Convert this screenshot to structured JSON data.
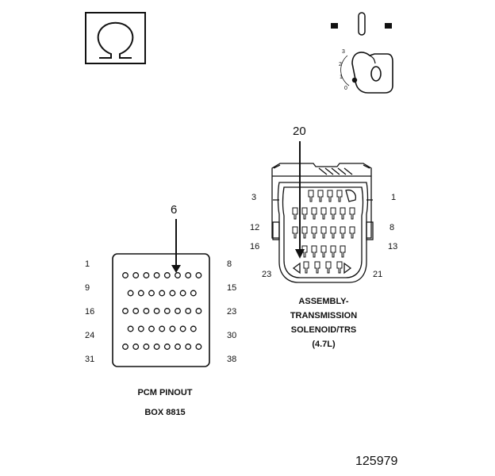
{
  "icons": {
    "ohm_symbol": "ohm-icon",
    "ignition_key": "ignition-key-icon",
    "disconnect_marks": "disconnect-icon"
  },
  "key_positions": [
    "3",
    "2",
    "1",
    "0"
  ],
  "pcm": {
    "callout": "6",
    "pin_labels": {
      "left": [
        "1",
        "9",
        "16",
        "24",
        "31"
      ],
      "right": [
        "8",
        "15",
        "23",
        "30",
        "38"
      ]
    },
    "caption_line1": "PCM PINOUT",
    "caption_line2": "BOX 8815"
  },
  "solenoid": {
    "callout": "20",
    "pin_labels": {
      "left": [
        "3",
        "12",
        "16",
        "23"
      ],
      "right": [
        "1",
        "8",
        "13",
        "21"
      ]
    },
    "caption_lines": [
      "ASSEMBLY-",
      "TRANSMISSION",
      "SOLENOID/TRS",
      "(4.7L)"
    ]
  },
  "figure_number": "125979"
}
